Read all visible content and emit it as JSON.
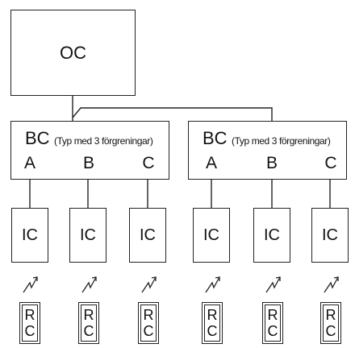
{
  "outdoor_unit": {
    "label": "OC"
  },
  "branch_controllers": [
    {
      "label": "BC",
      "note": "(Typ med 3 förgreningar)",
      "ports": [
        "A",
        "B",
        "C"
      ]
    },
    {
      "label": "BC",
      "note": "(Typ med 3 förgreningar)",
      "ports": [
        "A",
        "B",
        "C"
      ]
    }
  ],
  "indoor_units": [
    "IC",
    "IC",
    "IC",
    "IC",
    "IC",
    "IC"
  ],
  "remote_controllers": [
    {
      "line1": "R",
      "line2": "C"
    },
    {
      "line1": "R",
      "line2": "C"
    },
    {
      "line1": "R",
      "line2": "C"
    },
    {
      "line1": "R",
      "line2": "C"
    },
    {
      "line1": "R",
      "line2": "C"
    },
    {
      "line1": "R",
      "line2": "C"
    }
  ],
  "link_icon": "wireless-signal-icon"
}
